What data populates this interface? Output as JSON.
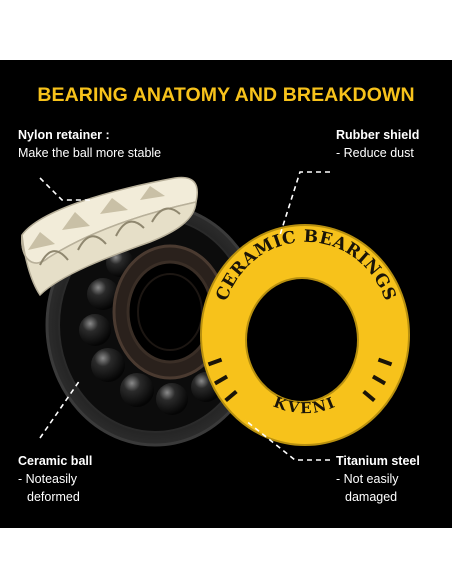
{
  "title": "BEARING ANATOMY AND BREAKDOWN",
  "labels": {
    "nylon": {
      "heading": "Nylon retainer :",
      "desc": "Make the ball more stable"
    },
    "rubber": {
      "heading": "Rubber shield",
      "desc": "- Reduce dust"
    },
    "ceramic": {
      "heading": "Ceramic ball",
      "desc_1": "- Noteasily",
      "desc_2": "deformed"
    },
    "titanium": {
      "heading": "Titanium steel",
      "desc_1": "- Not easily",
      "desc_2": "damaged"
    }
  },
  "shield": {
    "arc_text": "CERAMIC BEARINGS",
    "brand": "KVENI"
  },
  "colors": {
    "background": "#000000",
    "accent": "#f7c21b",
    "text": "#ffffff",
    "retainer": "#f2ecd9"
  }
}
